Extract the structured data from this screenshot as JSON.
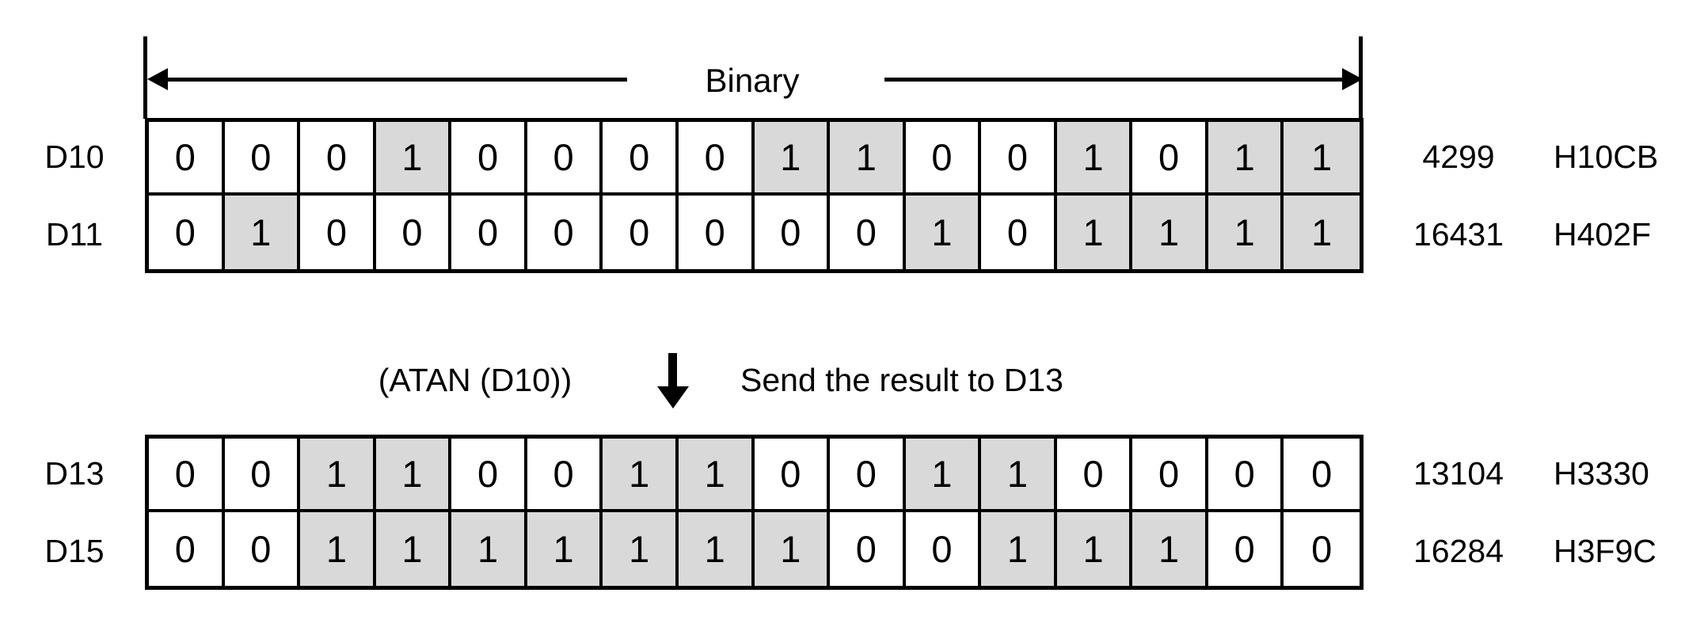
{
  "header": {
    "label": "Binary"
  },
  "operation": {
    "expression": "(ATAN (D10))",
    "description": "Send the result to D13"
  },
  "tables": [
    {
      "name": "source-registers",
      "rows": [
        {
          "label": "D10",
          "bits": [
            0,
            0,
            0,
            1,
            0,
            0,
            0,
            0,
            1,
            1,
            0,
            0,
            1,
            0,
            1,
            1
          ],
          "decimal": "4299",
          "hex": "H10CB"
        },
        {
          "label": "D11",
          "bits": [
            0,
            1,
            0,
            0,
            0,
            0,
            0,
            0,
            0,
            0,
            1,
            0,
            1,
            1,
            1,
            1
          ],
          "decimal": "16431",
          "hex": "H402F"
        }
      ]
    },
    {
      "name": "result-registers",
      "rows": [
        {
          "label": "D13",
          "bits": [
            0,
            0,
            1,
            1,
            0,
            0,
            1,
            1,
            0,
            0,
            1,
            1,
            0,
            0,
            0,
            0
          ],
          "decimal": "13104",
          "hex": "H3330"
        },
        {
          "label": "D15",
          "bits": [
            0,
            0,
            1,
            1,
            1,
            1,
            1,
            1,
            1,
            0,
            0,
            1,
            1,
            1,
            0,
            0
          ],
          "decimal": "16284",
          "hex": "H3F9C"
        }
      ]
    }
  ],
  "icons": {
    "left_arrowhead": "◀",
    "right_arrowhead": "▶",
    "down_arrow": "⬇"
  },
  "colors": {
    "background": "#ffffff",
    "line": "#000000",
    "shaded_cell": "#d9d9d9"
  }
}
